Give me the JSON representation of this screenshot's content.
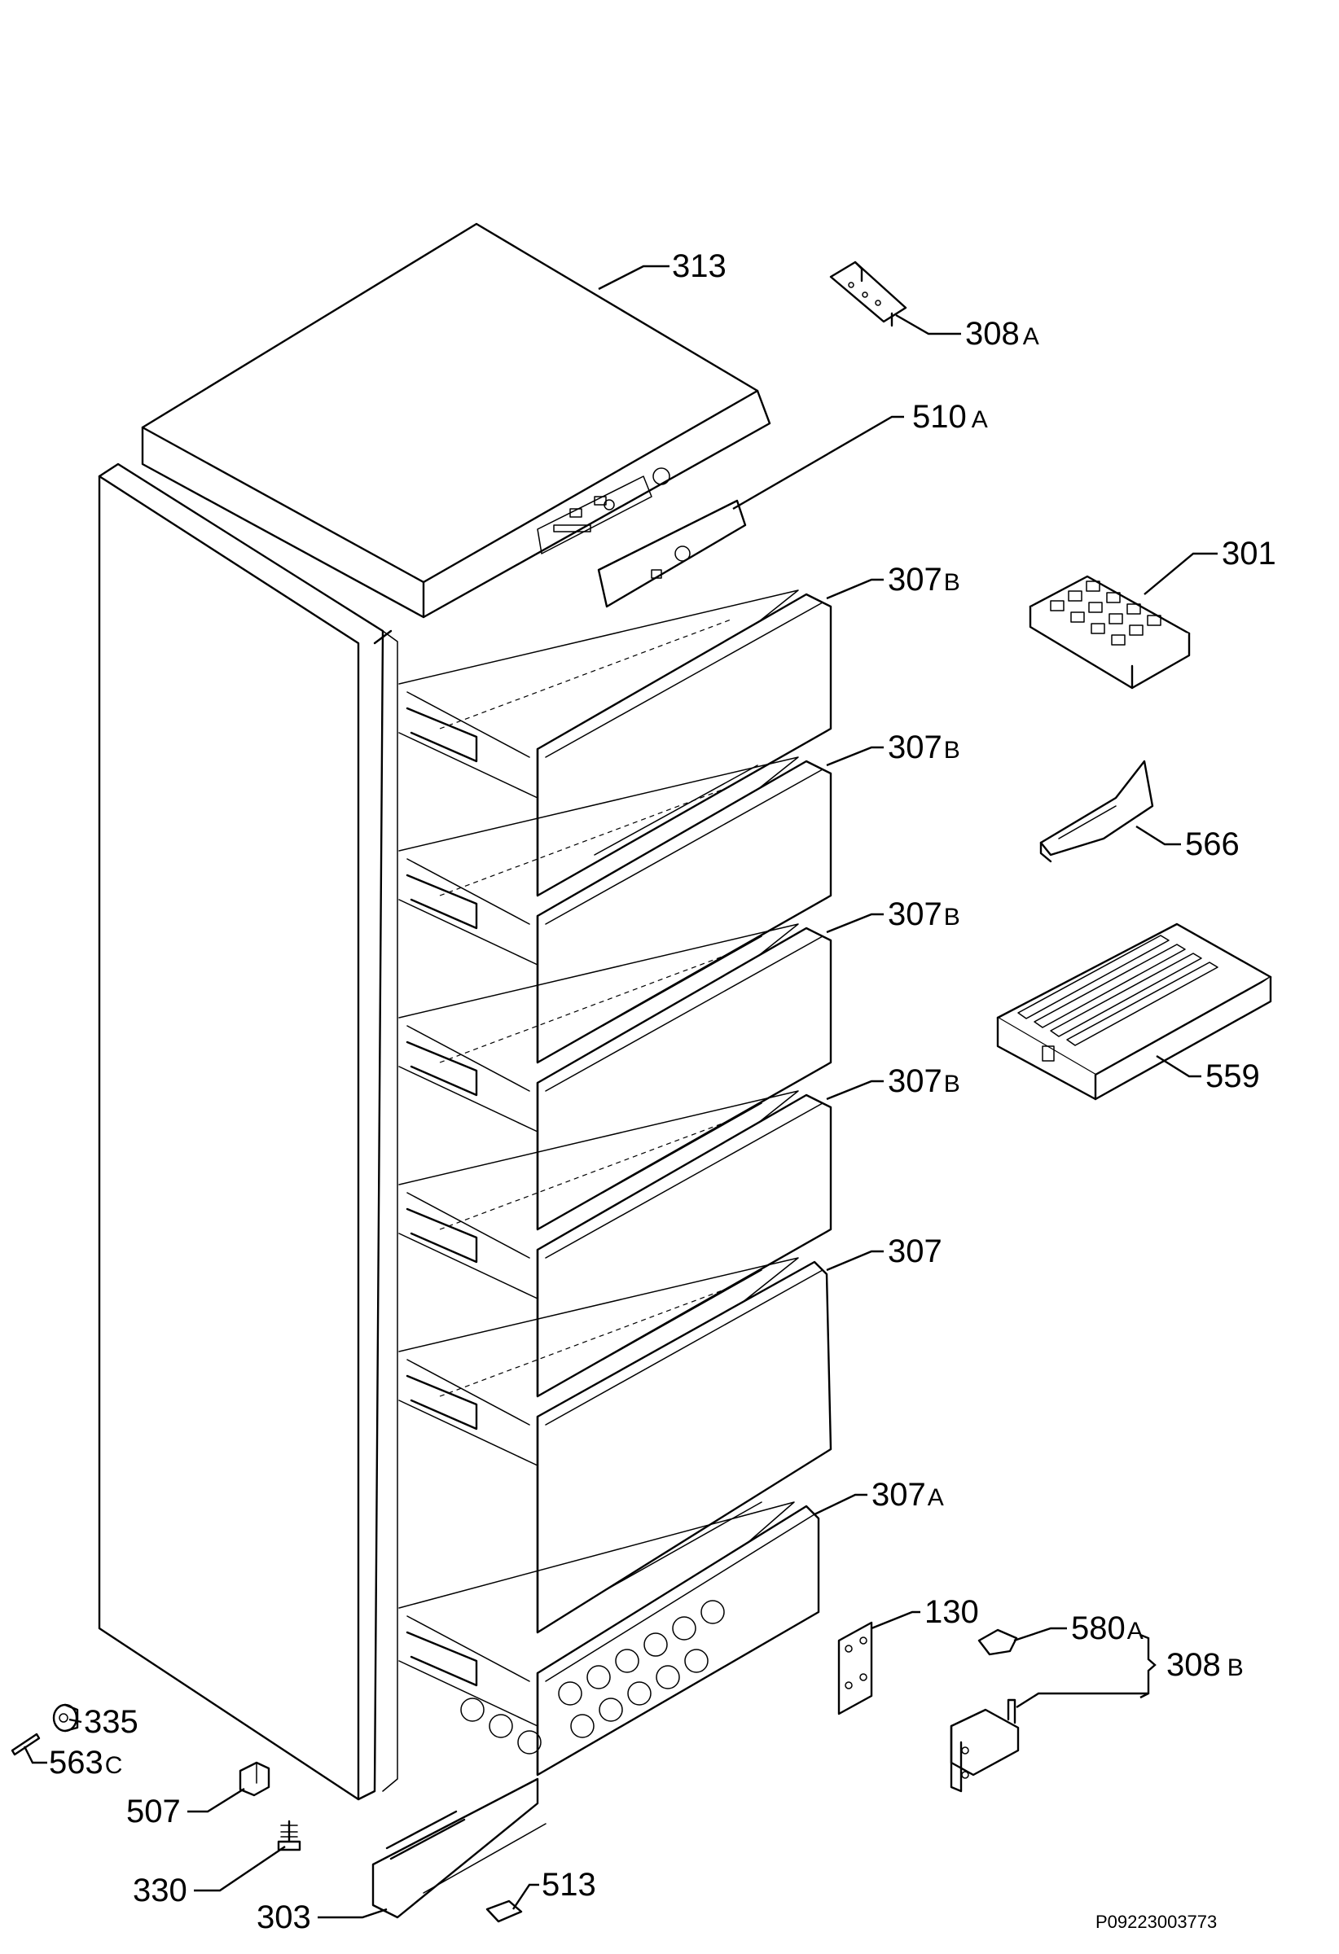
{
  "labels": {
    "l313": {
      "num": "313",
      "sfx": ""
    },
    "l308a": {
      "num": "308",
      "sfx": "A"
    },
    "l510a": {
      "num": "510",
      "sfx": "A"
    },
    "l301": {
      "num": "301",
      "sfx": ""
    },
    "l307b_1": {
      "num": "307",
      "sfx": "B"
    },
    "l307b_2": {
      "num": "307",
      "sfx": "B"
    },
    "l307b_3": {
      "num": "307",
      "sfx": "B"
    },
    "l307b_4": {
      "num": "307",
      "sfx": "B"
    },
    "l566": {
      "num": "566",
      "sfx": ""
    },
    "l559": {
      "num": "559",
      "sfx": ""
    },
    "l307": {
      "num": "307",
      "sfx": ""
    },
    "l307a": {
      "num": "307",
      "sfx": "A"
    },
    "l130": {
      "num": "130",
      "sfx": ""
    },
    "l580a": {
      "num": "580",
      "sfx": "A"
    },
    "l308b": {
      "num": "308",
      "sfx": "B"
    },
    "l335": {
      "num": "335",
      "sfx": ""
    },
    "l563c": {
      "num": "563",
      "sfx": "C"
    },
    "l507": {
      "num": "507",
      "sfx": ""
    },
    "l330": {
      "num": "330",
      "sfx": ""
    },
    "l303": {
      "num": "303",
      "sfx": ""
    },
    "l513": {
      "num": "513",
      "sfx": ""
    }
  },
  "reference_code": "P09223003773"
}
